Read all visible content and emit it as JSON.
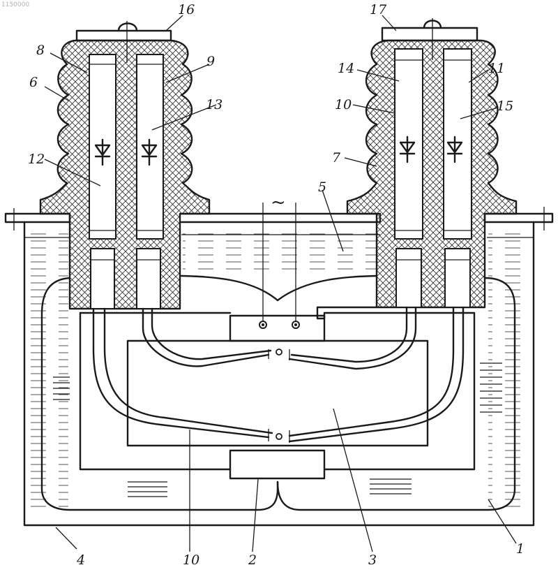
{
  "stamp": "1150000",
  "ac_symbol": "~",
  "labels": [
    {
      "id": "l16",
      "text": "16"
    },
    {
      "id": "l17",
      "text": "17"
    },
    {
      "id": "l8",
      "text": "8"
    },
    {
      "id": "l9",
      "text": "9"
    },
    {
      "id": "l6",
      "text": "6"
    },
    {
      "id": "l13",
      "text": "13"
    },
    {
      "id": "l14",
      "text": "14"
    },
    {
      "id": "l11",
      "text": "11"
    },
    {
      "id": "l10a",
      "text": "10"
    },
    {
      "id": "l15",
      "text": "15"
    },
    {
      "id": "l12",
      "text": "12"
    },
    {
      "id": "l7",
      "text": "7"
    },
    {
      "id": "l5",
      "text": "5"
    },
    {
      "id": "l4",
      "text": "4"
    },
    {
      "id": "l10b",
      "text": "10"
    },
    {
      "id": "l2",
      "text": "2"
    },
    {
      "id": "l3",
      "text": "3"
    },
    {
      "id": "l1",
      "text": "1"
    }
  ]
}
